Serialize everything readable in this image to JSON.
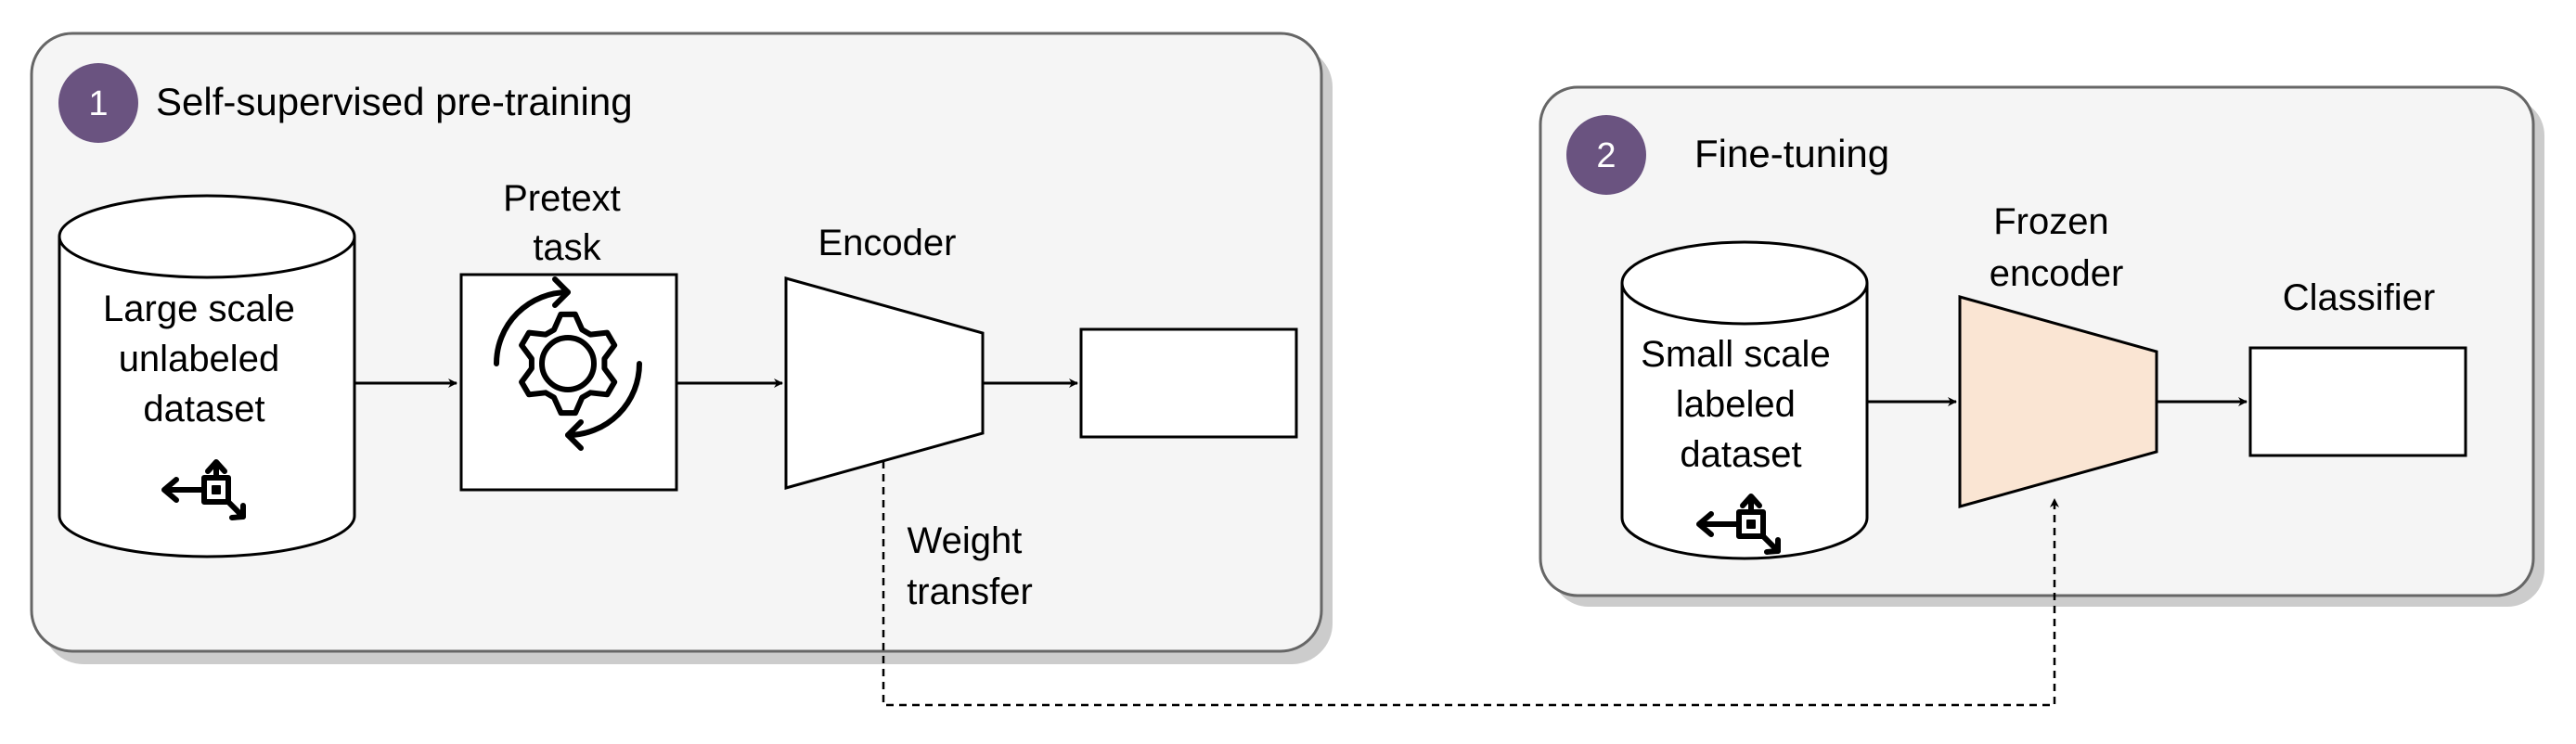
{
  "stage1": {
    "number": "1",
    "title": "Self-supervised pre-training",
    "dataset_lines": [
      "Large scale",
      "unlabeled",
      "dataset"
    ],
    "pretext_lines": [
      "Pretext",
      "task"
    ],
    "encoder_label": "Encoder"
  },
  "stage2": {
    "number": "2",
    "title": "Fine-tuning",
    "dataset_lines": [
      "Small scale",
      "labeled",
      "dataset"
    ],
    "frozen_lines": [
      "Frozen",
      "encoder"
    ],
    "classifier_label": "Classifier"
  },
  "transfer_lines": [
    "Weight",
    "transfer"
  ],
  "colors": {
    "badge": "#6a5380",
    "panel_fill": "#f5f5f5",
    "panel_stroke": "#666666",
    "frozen_fill": "#fae5d3"
  },
  "icons": {
    "gear": "gear-cycle-icon",
    "dataset": "move-arrows-icon"
  }
}
